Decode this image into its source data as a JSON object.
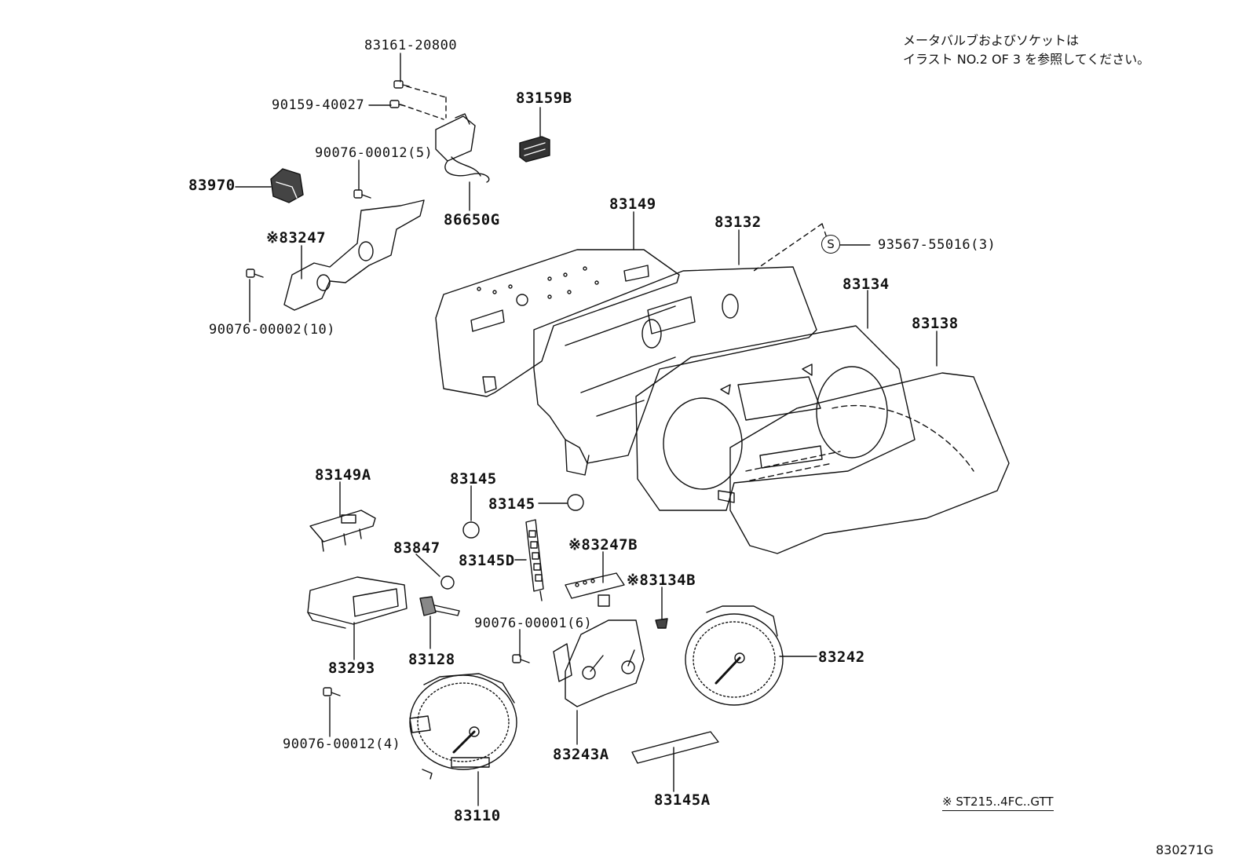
{
  "note": {
    "line1": "メータバルブおよびソケットは",
    "line2": "イラスト NO.2 OF 3 を参照してください。"
  },
  "footnote": "※ ST215..4FC..GTT",
  "diagram_code": "830271G",
  "fastener_symbol": "S",
  "labels": {
    "p83161": "83161-20800",
    "p90159": "90159-40027",
    "p83159b": "83159B",
    "p90076_5": "90076-00012(5)",
    "p83970": "83970",
    "p86650g": "86650G",
    "p83247": "※83247",
    "p90076_10": "90076-00002(10)",
    "p83149": "83149",
    "p83132": "83132",
    "p93567": "93567-55016(3)",
    "p83134": "83134",
    "p83138": "83138",
    "p83149a": "83149A",
    "p83145_top": "83145",
    "p83145_mid": "83145",
    "p83847": "83847",
    "p83145d": "83145D",
    "p83247b": "※83247B",
    "p83134b": "※83134B",
    "p90076_6": "90076-00001(6)",
    "p83293": "83293",
    "p83128": "83128",
    "p83242": "83242",
    "p90076_4": "90076-00012(4)",
    "p83243a": "83243A",
    "p83145a": "83145A",
    "p83110": "83110"
  }
}
